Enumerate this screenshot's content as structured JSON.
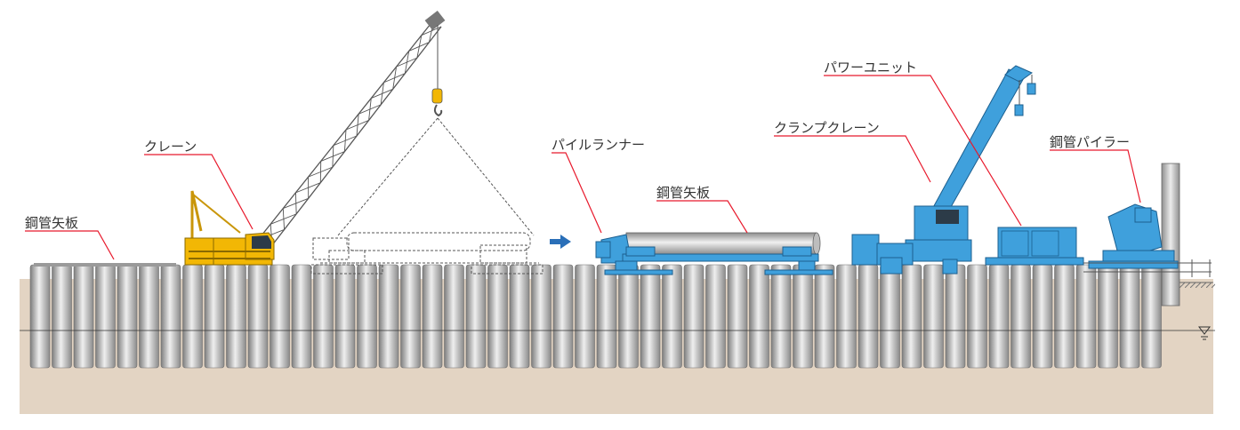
{
  "labels": {
    "sheet_pile_left": "鋼管矢板",
    "crane": "クレーン",
    "pile_runner": "パイルランナー",
    "sheet_pile_center": "鋼管矢板",
    "power_unit": "パワーユニット",
    "clamp_crane": "クランプクレーン",
    "pipe_piler": "鋼管パイラー"
  },
  "colors": {
    "leader_line": "#e8192c",
    "crane_body": "#f2b705",
    "machine_body": "#3fa0dc",
    "pile_light": "#e6e6e6",
    "pile_dark": "#8a8a8a",
    "ground": "#e3d4c3",
    "direction_arrow": "#2a6fb8"
  },
  "icons": {
    "direction_arrow": "arrow-right-icon",
    "water_level": "water-level-icon"
  }
}
